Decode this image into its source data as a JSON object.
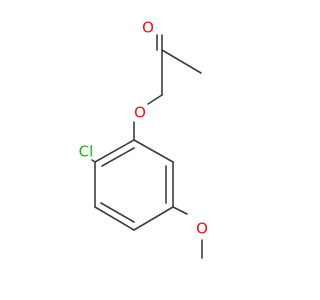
{
  "molecule": {
    "atoms": {
      "carbonyl_oxygen": {
        "symbol": "O",
        "color": "#ff0d0d"
      },
      "ether_oxygen": {
        "symbol": "O",
        "color": "#ff0d0d"
      },
      "methoxy_oxygen": {
        "symbol": "O",
        "color": "#ff0d0d"
      },
      "chlorine": {
        "symbol": "Cl",
        "color": "#1fb31f"
      }
    },
    "bond_color": "#3c3c3c"
  }
}
